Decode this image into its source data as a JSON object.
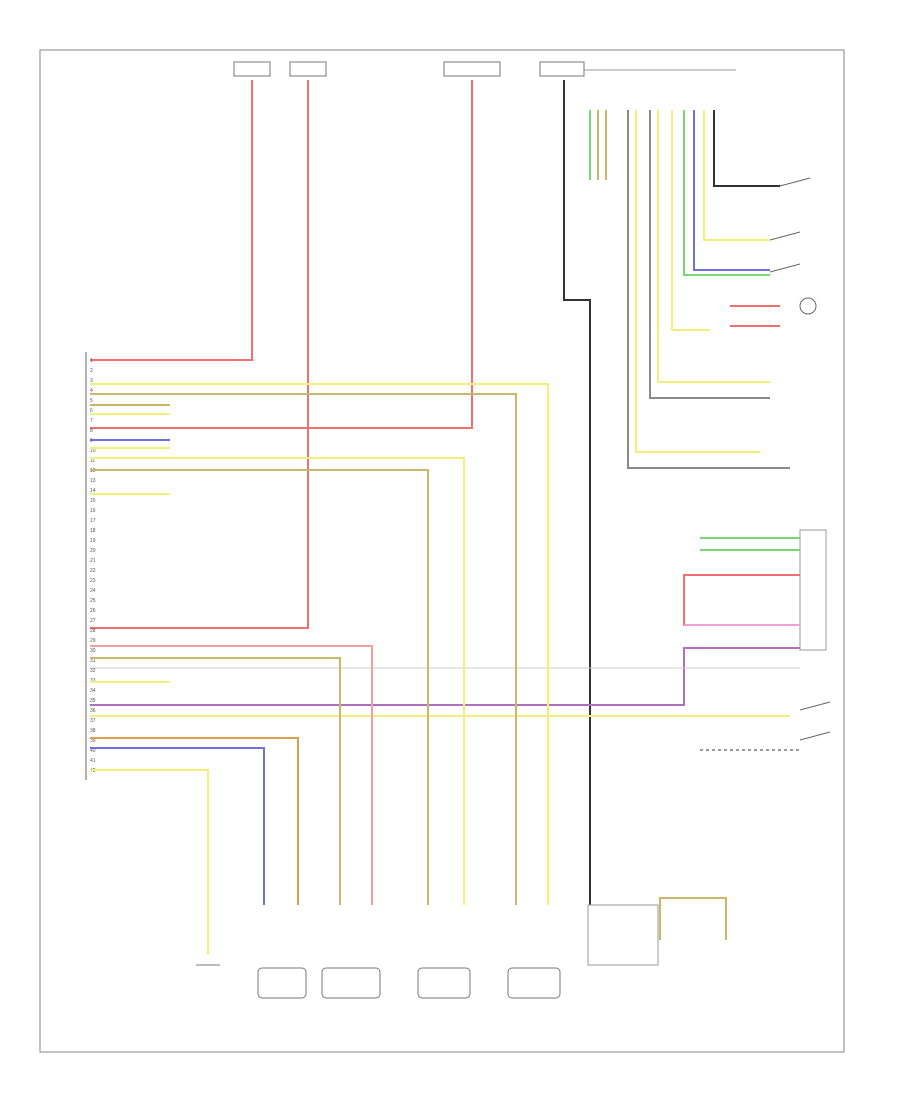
{
  "diagram": {
    "footer_code": "",
    "connector_label": "",
    "top_labels": [
      "",
      "",
      "",
      ""
    ],
    "pin_numbers": [
      "1",
      "2",
      "3",
      "4",
      "5",
      "6",
      "7",
      "8",
      "9",
      "10",
      "11",
      "12",
      "13",
      "14",
      "15",
      "16",
      "17",
      "18",
      "19",
      "20",
      "21",
      "22",
      "23",
      "24",
      "25",
      "26",
      "27",
      "28",
      "29",
      "30",
      "31",
      "32",
      "33",
      "34",
      "35",
      "36",
      "37",
      "38",
      "39",
      "40",
      "41",
      "42"
    ],
    "colors": {
      "red": "#f07070",
      "yellow": "#f2f07a",
      "olive": "#c9b86a",
      "orange": "#d8a050",
      "blue": "#6f6fe0",
      "green": "#78d878",
      "purple": "#b070c0",
      "pink": "#f0a0d8",
      "gray": "#8a8a8a",
      "black": "#333333",
      "frame": "#9a9a9a"
    },
    "sensors": [
      {
        "name": "",
        "caption": ""
      },
      {
        "name": "",
        "caption": ""
      },
      {
        "name": "",
        "caption": ""
      },
      {
        "name": "",
        "caption": ""
      },
      {
        "name": "",
        "caption": ""
      }
    ]
  }
}
